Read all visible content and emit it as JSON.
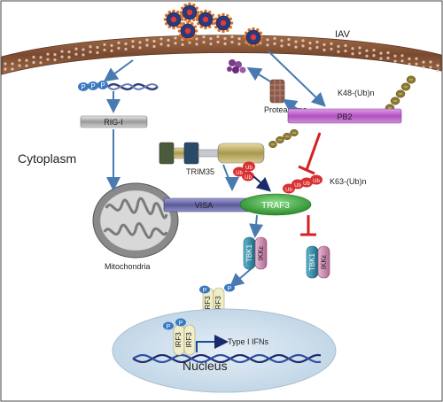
{
  "labels": {
    "iav": "IAV",
    "cytoplasm": "Cytoplasm",
    "rig_i": "RIG-I",
    "proteasome": "Proteasome",
    "pb2": "PB2",
    "k48": "K48-(Ub)n",
    "k63": "K63-(Ub)n",
    "trim35": "TRIM35",
    "visa": "VISA",
    "traf3": "TRAF3",
    "mitochondria": "Mitochondria",
    "tbk1": "TBK1",
    "ikke": "IKKε",
    "irf3": "IRF3",
    "p": "P",
    "ub": "Ub",
    "type_i_ifns": "Type I IFNs",
    "nucleus": "Nucleus"
  },
  "colors": {
    "membrane": "#8c5a3c",
    "membrane_dots": "#e8d0c0",
    "rna": "#2e3f7a",
    "arrow": "#4a7bb0",
    "inhibit": "#d62020",
    "rig_i": "#9a9a9a",
    "pb2": "#c060c8",
    "trim35": "#b8a860",
    "visa": "#6a6aa8",
    "traf3": "#3aa83a",
    "tbk1": "#2a88a0",
    "ikke": "#c080a8",
    "irf3": "#f0eec8",
    "ub": "#d83030",
    "k48_ub": "#8a7a30",
    "phospho": "#3a78c0",
    "nucleus": "#cfe0ec",
    "virus_core": "#2a3a7a",
    "virus_spike": "#d8742a",
    "virus_center": "#e03a3a",
    "proteasome": "#8a5a4a",
    "degraded": "#7a3a8a"
  },
  "icons": [
    "virus-particle",
    "mitochondrion",
    "proteasome",
    "ubiquitin-chain",
    "dna-helix"
  ]
}
